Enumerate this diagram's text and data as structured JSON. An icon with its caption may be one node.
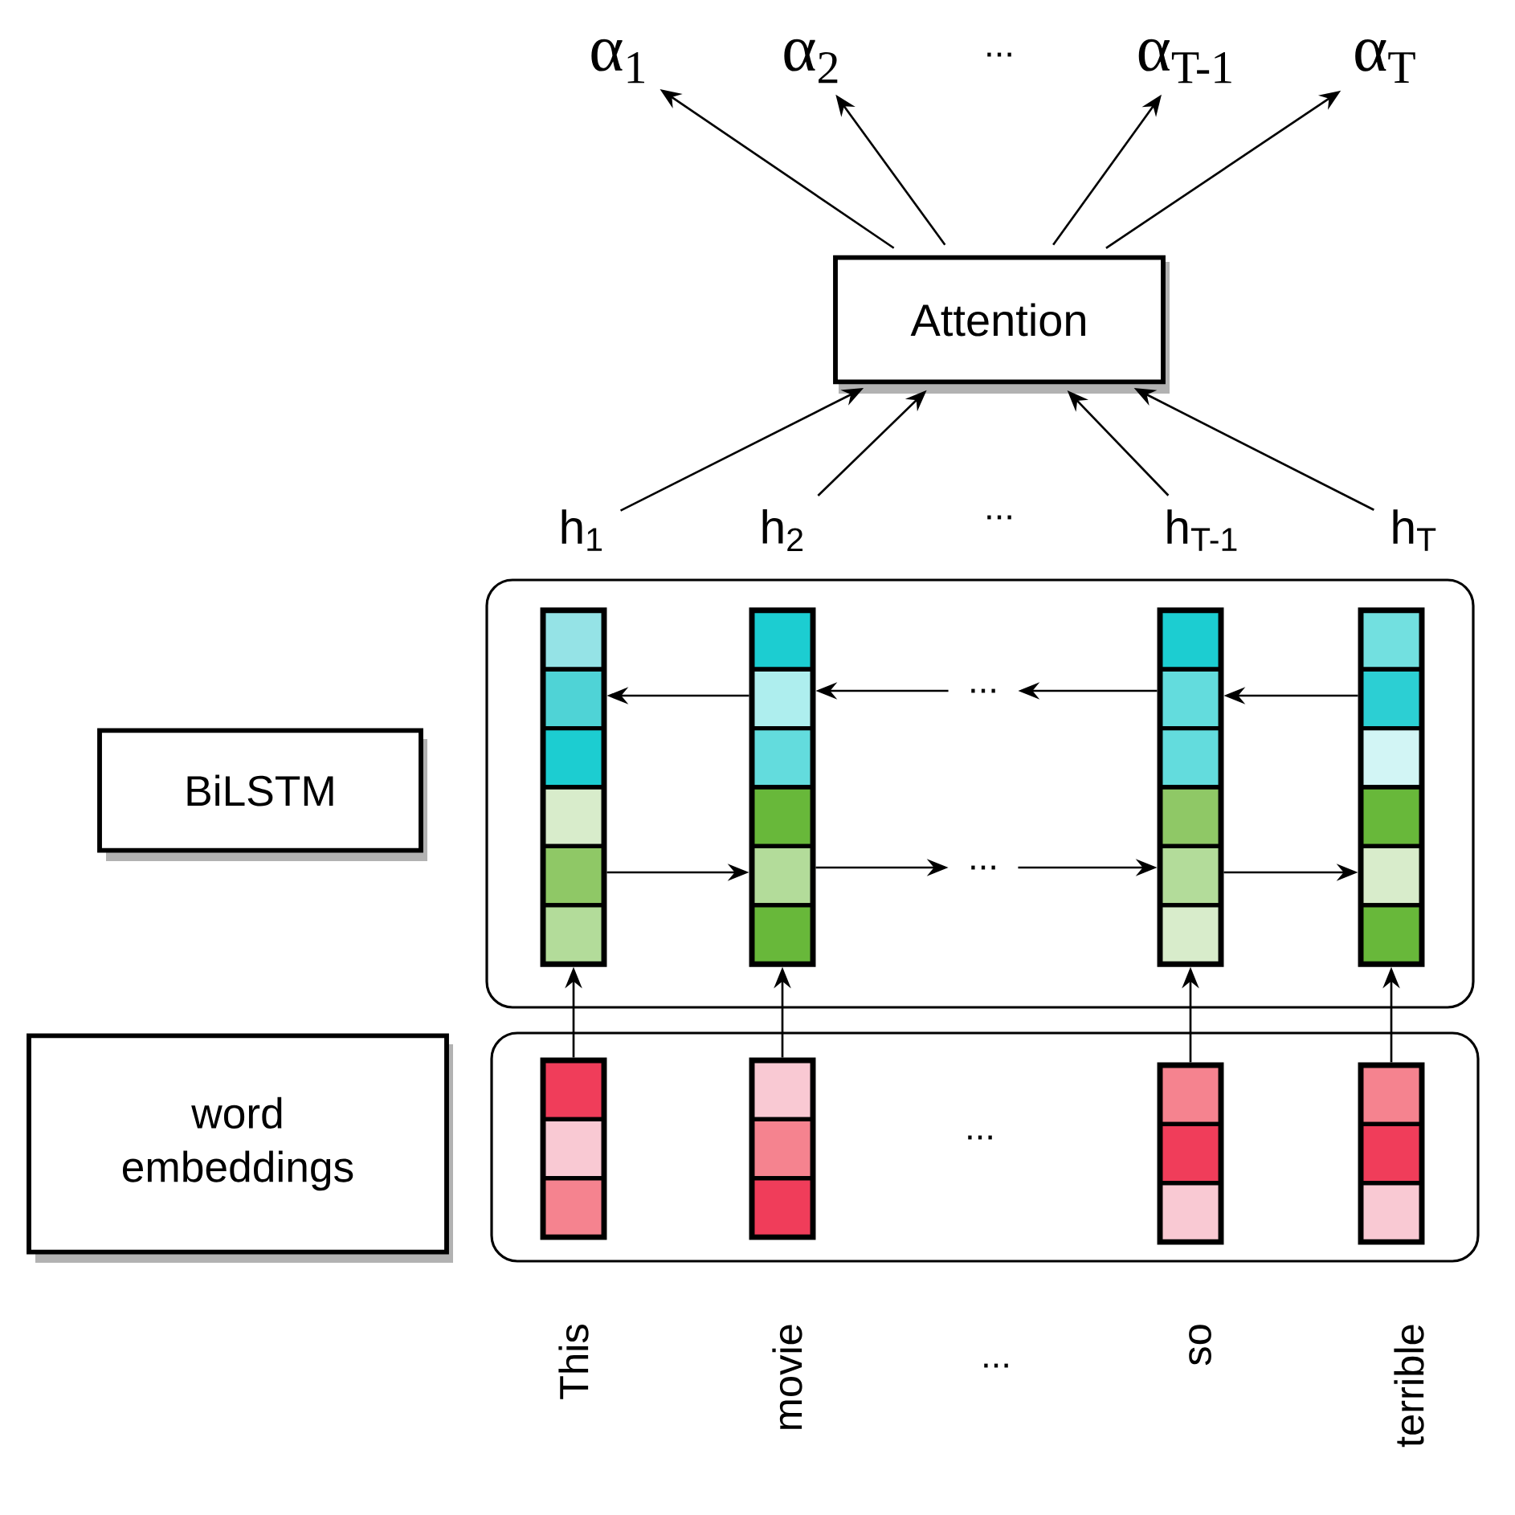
{
  "diagram": {
    "nodes": [
      {
        "text": [
          "α$_{1}$"
        ]
      },
      {
        "text": [
          "α$_{2}$"
        ]
      },
      {
        "text": [
          "α$_{T-1}$"
        ]
      },
      {
        "text": [
          "α$_{T}$"
        ]
      },
      {
        "text": [
          "Attention"
        ]
      },
      {
        "text": [
          "h$_{1}$"
        ]
      },
      {
        "text": [
          "h$_{2}$"
        ]
      },
      {
        "text": [
          "h$_{T-1}$"
        ]
      },
      {
        "text": [
          "h$_{T}$"
        ]
      },
      {
        "text": [
          "BiLSTM"
        ]
      },
      {
        "text": [
          "word embeddings"
        ]
      },
      {
        "text": [],
        "shape": "box"
      },
      {
        "text": [],
        "shape": "bar",
        "in": 11
      },
      {
        "text": [],
        "shape": "bar",
        "in": 11
      },
      {
        "text": [],
        "shape": "bar",
        "in": 11
      },
      {
        "text": [],
        "shape": "bar",
        "in": 11
      },
      {
        "text": [
          "..."
        ],
        "in": 11
      },
      {
        "text": [
          "..."
        ],
        "in": 11
      },
      {
        "text": [],
        "shape": "box"
      },
      {
        "text": [],
        "shape": "bar",
        "in": 18
      },
      {
        "text": [],
        "shape": "bar",
        "in": 18
      },
      {
        "text": [],
        "shape": "bar",
        "in": 18
      },
      {
        "text": [],
        "shape": "bar",
        "in": 18
      }
    ],
    "edges": [
      {
        "from": 4,
        "to": 0,
        "arrow": "to"
      },
      {
        "from": 4,
        "to": 1,
        "arrow": "to"
      },
      {
        "from": 4,
        "to": 2,
        "arrow": "to"
      },
      {
        "from": 4,
        "to": 3,
        "arrow": "to"
      },
      {
        "from": 5,
        "to": 4,
        "arrow": "to"
      },
      {
        "from": 6,
        "to": 4,
        "arrow": "to"
      },
      {
        "from": 7,
        "to": 4,
        "arrow": "to"
      },
      {
        "from": 8,
        "to": 4,
        "arrow": "to"
      },
      {
        "from": 13,
        "to": 12,
        "arrow": "to"
      },
      {
        "from": 16,
        "to": 13,
        "arrow": "to"
      },
      {
        "from": 14,
        "to": 16,
        "arrow": "to"
      },
      {
        "from": 15,
        "to": 14,
        "arrow": "to"
      },
      {
        "from": 12,
        "to": 13,
        "arrow": "to"
      },
      {
        "from": 13,
        "to": 17,
        "arrow": "to"
      },
      {
        "from": 17,
        "to": 14,
        "arrow": "to"
      },
      {
        "from": 14,
        "to": 15,
        "arrow": "to"
      },
      {
        "from": 19,
        "to": 12,
        "arrow": "to"
      },
      {
        "from": 20,
        "to": 13,
        "arrow": "to"
      },
      {
        "from": 21,
        "to": 14,
        "arrow": "to"
      },
      {
        "from": 22,
        "to": 15,
        "arrow": "to"
      }
    ],
    "labels": [
      "...",
      "...",
      "...",
      "This",
      "movie",
      "...",
      "so",
      "terrible"
    ]
  }
}
